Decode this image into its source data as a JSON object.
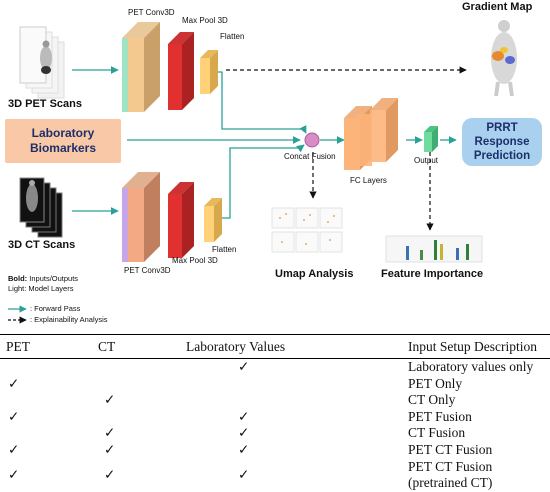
{
  "diagram": {
    "pet_input_label": "3D PET Scans",
    "ct_input_label": "3D CT Scans",
    "lab_input_label": "Laboratory Biomarkers",
    "pet_conv_label": "PET Conv3D",
    "pet_pool_label": "Max Pool 3D",
    "pet_flatten_label": "Flatten",
    "ct_conv_label": "PET Conv3D",
    "ct_pool_label": "Max Pool 3D",
    "ct_flatten_label": "Flatten",
    "concat_label": "Concat Fusion",
    "fc_label": "FC Layers",
    "output_label": "Output",
    "prediction_label": "PRRT Response Prediction",
    "gradient_map_label": "Gradient Map",
    "umap_label": "Umap Analysis",
    "feature_importance_label": "Feature Importance",
    "legend": {
      "bold_key": "Bold:",
      "bold_text": "Inputs/Outputs",
      "light_text": "Light: Model Layers",
      "forward_text": ": Forward Pass",
      "explain_text": ": Explainability Analysis"
    },
    "colors": {
      "lab_box": "#f9c8a6",
      "prediction_box": "#a9d0ee",
      "pool": "#e03030",
      "flatten": "#ffd27a",
      "fc": "#fdb47a",
      "output": "#6ddc9c",
      "arrow": "#2aa198",
      "concat": "#d98cc8"
    }
  },
  "table": {
    "headers": [
      "PET",
      "CT",
      "Laboratory Values",
      "Input Setup Description"
    ],
    "check_symbol": "✓",
    "rows": [
      {
        "pet": "",
        "ct": "",
        "lab": "✓",
        "desc": "Laboratory values only"
      },
      {
        "pet": "✓",
        "ct": "",
        "lab": "",
        "desc": "PET Only"
      },
      {
        "pet": "",
        "ct": "✓",
        "lab": "",
        "desc": "CT Only"
      },
      {
        "pet": "✓",
        "ct": "",
        "lab": "✓",
        "desc": "PET Fusion"
      },
      {
        "pet": "",
        "ct": "✓",
        "lab": "✓",
        "desc": "CT Fusion"
      },
      {
        "pet": "✓",
        "ct": "✓",
        "lab": "✓",
        "desc": "PET CT Fusion"
      },
      {
        "pet": "✓",
        "ct": "✓",
        "lab": "✓",
        "desc": "PET CT Fusion (pretrained CT)"
      }
    ]
  }
}
